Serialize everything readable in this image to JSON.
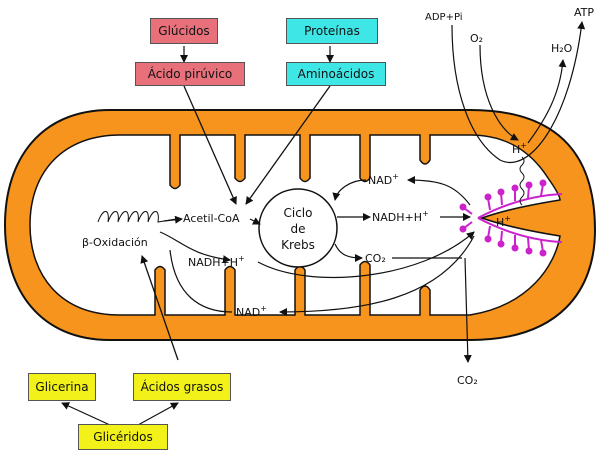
{
  "sources": {
    "glucidos": "Glúcidos",
    "acido_piruvico": "Ácido pirúvico",
    "proteinas": "Proteínas",
    "aminoacidos": "Aminoácidos",
    "glicerina": "Glicerina",
    "acidos_grasos": "Ácidos grasos",
    "gliceridos": "Glicéridos"
  },
  "inside": {
    "beta_oxidacion": "β-Oxidación",
    "acetil_coa": "Acetil-CoA",
    "ciclo_line1": "Ciclo",
    "ciclo_line2": "de",
    "ciclo_line3": "Krebs",
    "nad_top": "NAD",
    "nadh_right": "NADH+H",
    "co2_inner": "CO₂",
    "nadh_left": "NADH+H",
    "nad_bottom": "NAD",
    "plus": "+"
  },
  "membrane": {
    "h_upper": "H",
    "h_lower": "H",
    "plus": "+"
  },
  "outside": {
    "adp_pi": "ADP+Pi",
    "o2": "O₂",
    "atp": "ATP",
    "h2o": "H₂O",
    "co2_out": "CO₂"
  },
  "colors": {
    "mitochondrion_orange": "#f7941d",
    "matrix": "#ffffff",
    "atp_synthase": "#cc22cc",
    "box_pink": "#e8707a",
    "box_cyan": "#3fe6e6",
    "box_yellow": "#f2f21a"
  }
}
